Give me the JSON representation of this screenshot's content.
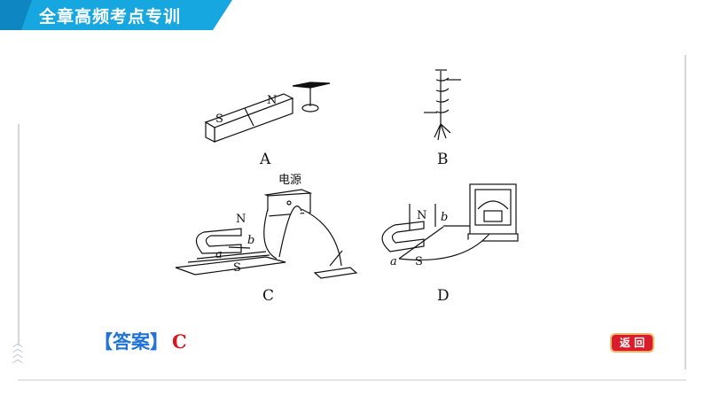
{
  "header": {
    "title": "全章高频考点专训",
    "accent": "#16a6e0"
  },
  "figures": {
    "a": {
      "label": "A",
      "pole_n": "N",
      "pole_s": "S"
    },
    "b": {
      "label": "B"
    },
    "c": {
      "label": "C",
      "power": "电源",
      "pole_n": "N",
      "pole_s": "S",
      "wire_a": "a",
      "wire_b": "b"
    },
    "d": {
      "label": "D",
      "pole_n": "N",
      "pole_s": "S",
      "wire_a": "a",
      "wire_b": "b"
    }
  },
  "answer": {
    "prefix": "【答案】",
    "value": "C"
  },
  "back_button": {
    "label": "返 回"
  }
}
